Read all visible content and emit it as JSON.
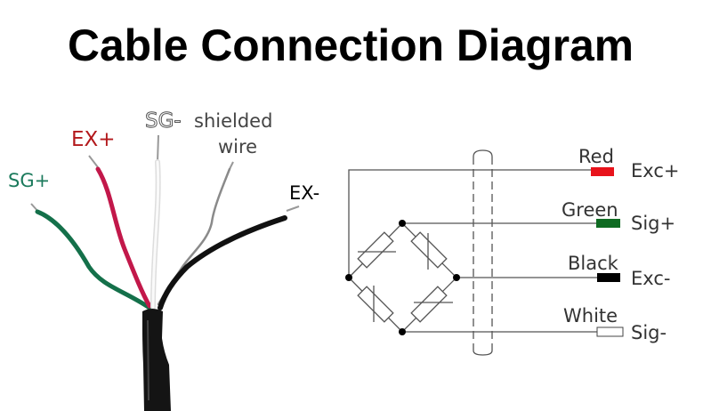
{
  "title": "Cable Connection Diagram",
  "photo_labels": {
    "sg_plus": "SG+",
    "ex_plus": "EX+",
    "sg_minus": "SG-",
    "shielded_line1": "shielded",
    "shielded_line2": "wire",
    "ex_minus": "EX-"
  },
  "schematic": {
    "wires": [
      {
        "color_name": "Red",
        "signal": "Exc+",
        "color": "#e8131b"
      },
      {
        "color_name": "Green",
        "signal": "Sig+",
        "color": "#0f6b22"
      },
      {
        "color_name": "Black",
        "signal": "Exc-",
        "color": "#000000"
      },
      {
        "color_name": "White",
        "signal": "Sig-",
        "color": "#ffffff"
      }
    ]
  },
  "colors": {
    "sg_plus_label": "#1b7a5c",
    "ex_plus_label": "#b3191c",
    "text_gray": "#444444",
    "line": "#555555"
  }
}
